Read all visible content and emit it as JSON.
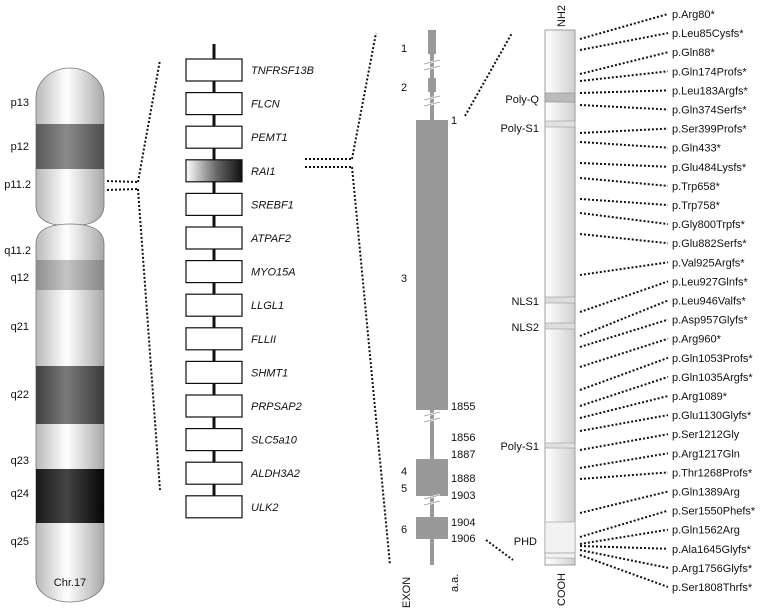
{
  "chromosome": {
    "label": "Chr.17",
    "bands": [
      "p13",
      "p12",
      "p11.2",
      "q11.2",
      "q12",
      "q21",
      "q22",
      "q23",
      "q24",
      "q25"
    ]
  },
  "genes": [
    "TNFRSF13B",
    "FLCN",
    "PEMT1",
    "RAI1",
    "SREBF1",
    "ATPAF2",
    "MYO15A",
    "LLGL1",
    "FLLII",
    "SHMT1",
    "PRPSAP2",
    "SLC5a10",
    "ALDH3A2",
    "ULK2"
  ],
  "highlighted_gene": "RAI1",
  "exons": {
    "numbers": [
      "1",
      "2",
      "3",
      "4",
      "5",
      "6"
    ],
    "aa_labels": [
      "1",
      "1855",
      "1856",
      "1887",
      "1888",
      "1903",
      "1904",
      "1906"
    ],
    "axis_labels": {
      "exon": "EXON",
      "aa": "a.a."
    }
  },
  "protein": {
    "n_term": "NH2",
    "c_term": "COOH",
    "domains": [
      "Poly-Q",
      "Poly-S1",
      "NLS1",
      "NLS2",
      "Poly-S1",
      "PHD"
    ]
  },
  "mutations": [
    "p.Arg80*",
    "p.Leu85Cysfs*",
    "p.Gln88*",
    "p.Gln174Profs*",
    "p.Leu183Argfs*",
    "p.Gln374Serfs*",
    "p.Ser399Profs*",
    "p.Gln433*",
    "p.Glu484Lysfs*",
    "p.Trp658*",
    "p.Trp758*",
    "p.Gly800Trpfs*",
    "p.Glu882Serfs*",
    "p.Val925Argfs*",
    "p.Leu927Glnfs*",
    "p.Leu946Valfs*",
    "p.Asp957Glyfs*",
    "p.Arg960*",
    "p.Gln1053Profs*",
    "p.Gln1035Argfs*",
    "p.Arg1089*",
    "p.Glu1130Glyfs*",
    "p.Ser1212Gly",
    "p.Arg1217Gln",
    "p.Thr1268Profs*",
    "p.Gln1389Arg",
    "p.Ser1550Phefs*",
    "p.Gln1562Arg",
    "p.Ala1645Glyfs*",
    "p.Arg1756Glyfs*",
    "p.Ser1808Thrfs*"
  ]
}
